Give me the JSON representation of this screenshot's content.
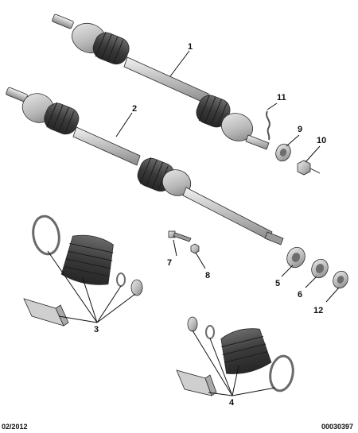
{
  "callouts": [
    {
      "id": "c1",
      "label": "1"
    },
    {
      "id": "c2",
      "label": "2"
    },
    {
      "id": "c3",
      "label": "3"
    },
    {
      "id": "c4",
      "label": "4"
    },
    {
      "id": "c5",
      "label": "5"
    },
    {
      "id": "c6",
      "label": "6"
    },
    {
      "id": "c7",
      "label": "7"
    },
    {
      "id": "c8",
      "label": "8"
    },
    {
      "id": "c9",
      "label": "9"
    },
    {
      "id": "c10",
      "label": "10"
    },
    {
      "id": "c11",
      "label": "11"
    },
    {
      "id": "c12",
      "label": "12"
    }
  ],
  "footer": {
    "date": "02/2012",
    "reference": "00030397"
  },
  "colors": {
    "metal_light": "#e4e4e4",
    "metal_mid": "#bdbdbd",
    "metal_dark": "#8a8a8a",
    "rubber": "#4a4a4a",
    "rubber_dark": "#2b2b2b",
    "grease_pack": "#cfcfcf"
  }
}
